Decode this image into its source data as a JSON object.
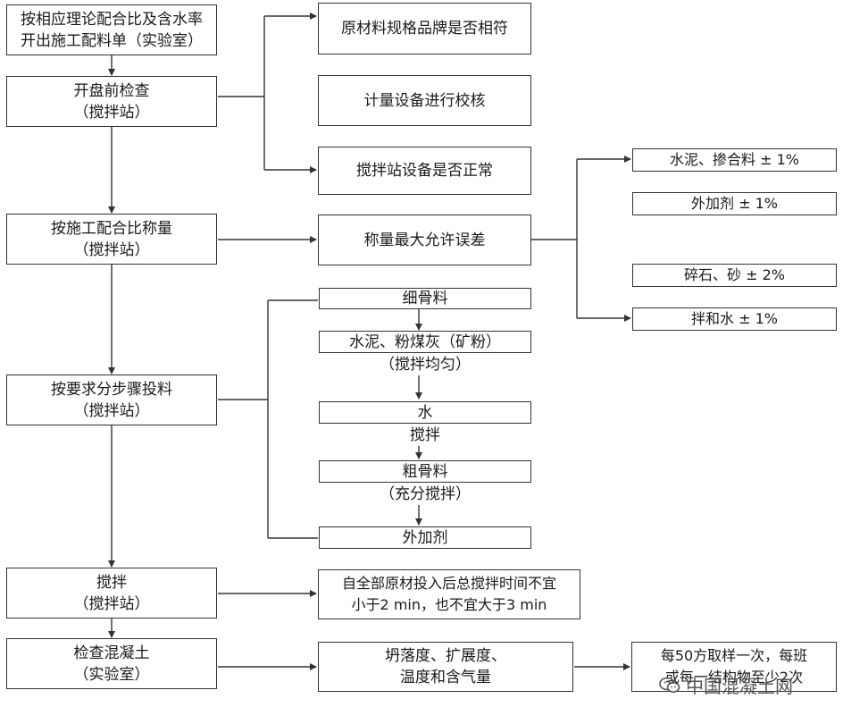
{
  "steps": {
    "s1": [
      "按相应理论配合比及含水率",
      "开出施工配料单（实验室）"
    ],
    "s2": [
      "开盘前检查",
      "（搅拌站）"
    ],
    "s3": [
      "按施工配合比称量",
      "（搅拌站）"
    ],
    "s4": [
      "按要求分步骤投料",
      "（搅拌站）"
    ],
    "s5": [
      "搅拌",
      "（搅拌站）"
    ],
    "s6": [
      "检查混凝土",
      "（实验室）"
    ]
  },
  "checks": {
    "c1": "原材料规格品牌是否相符",
    "c2": "计量设备进行校核",
    "c3": "搅拌站设备是否正常"
  },
  "weighing": {
    "title": "称量最大允许误差",
    "tolerances": [
      "水泥、掺合料 ± 1%",
      "外加剂 ± 1%",
      "碎石、砂 ± 2%",
      "拌和水 ± 1%"
    ]
  },
  "feeding": {
    "b1": "细骨料",
    "b2": "水泥、粉煤灰（矿粉）",
    "l2": "（搅拌均匀）",
    "b3": "水",
    "l3": "搅拌",
    "b4": "粗骨料",
    "l4": "（充分搅拌）",
    "b5": "外加剂"
  },
  "mixing_note": [
    "自全部原材投入后总搅拌时间不宜",
    "小于2 min，也不宜大于3 min"
  ],
  "inspection": {
    "items": [
      "坍落度、扩展度、",
      "温度和含气量"
    ],
    "sampling": [
      "每50方取样一次，每班",
      "或每一结构物至少2次"
    ]
  },
  "watermark": "中国混凝土网",
  "colors": {
    "line": "#333333",
    "text": "#1a1a1a",
    "watermark": "#555555"
  }
}
